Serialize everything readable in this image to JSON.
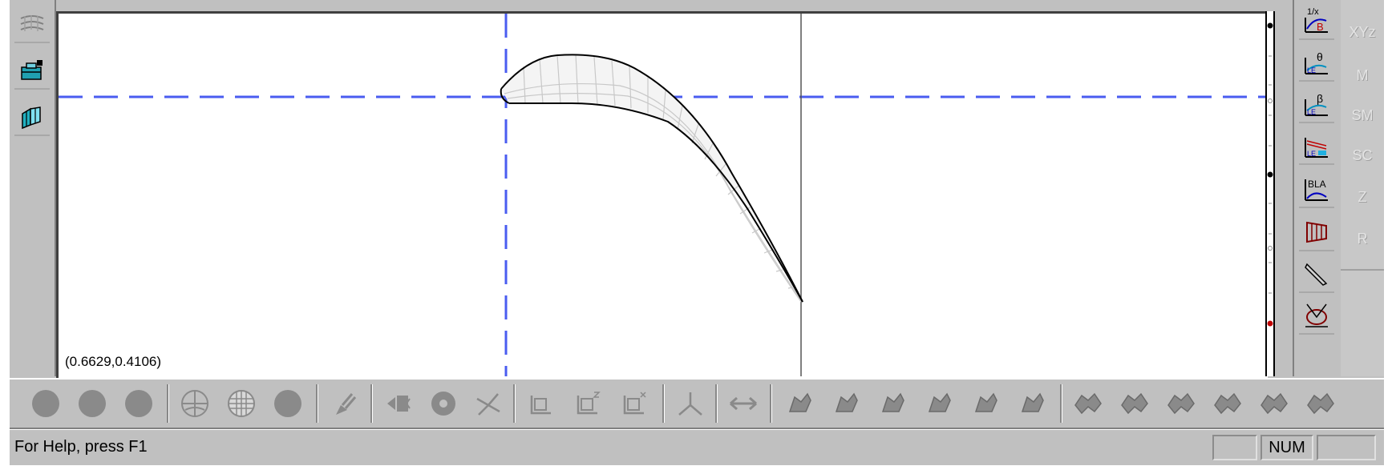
{
  "canvas": {
    "coordinate_readout": "(0.6629,0.4106)"
  },
  "far_right_labels": [
    "XYz",
    "M",
    "SM",
    "SC",
    "Z",
    "R"
  ],
  "right_toolbar": {
    "bla_label": "BLA"
  },
  "status_bar": {
    "help_text": "For Help, press F1",
    "num_indicator": "NUM"
  },
  "colors": {
    "guide_line": "#4a5cf0",
    "blade_outline": "#000000",
    "mesh": "#c8c8c8",
    "marker_red": "#c00000"
  },
  "icons": {
    "left_toolbar": [
      "mesh-icon",
      "toolbox-icon",
      "cascade-icon"
    ],
    "right_toolbar": [
      "blade-compare-icon",
      "theta-chart-icon",
      "beta-chart-icon",
      "thickness-chart-icon",
      "bla-chart-icon",
      "passage-icon",
      "pencil-icon",
      "cone-icon"
    ],
    "bottom_toolbar": [
      "circle-icon",
      "circle-icon",
      "circle-icon",
      "globe-icon",
      "sphere-icon",
      "circle-icon",
      "brush-icon",
      "rotate-icon",
      "gear-icon",
      "axes-xyz-icon",
      "box-x-icon",
      "box-xz-icon",
      "box-xy-icon",
      "axis-y-icon",
      "arrow-lr-icon",
      "view-1-icon",
      "view-2-icon",
      "view-3-icon",
      "view-4-icon",
      "view-5-icon",
      "view-6-icon",
      "wing-1-icon",
      "wing-2-icon",
      "wing-3-icon",
      "wing-4-icon",
      "wing-5-icon",
      "wing-6-icon"
    ]
  }
}
